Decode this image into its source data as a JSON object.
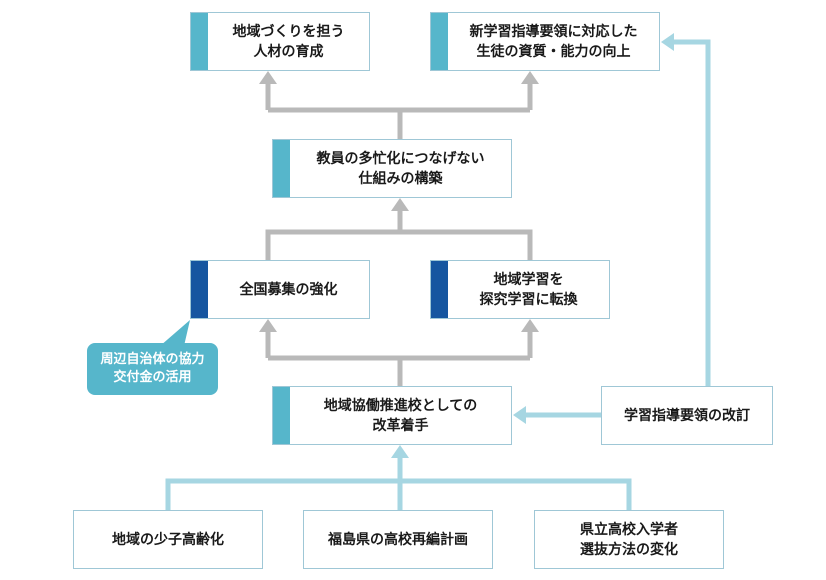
{
  "nodes": {
    "community_talent": "地域づくりを担う\n人材の育成",
    "competency": "新学習指導要領に対応した\n生徒の資質・能力の向上",
    "no_burden_system": "教員の多忙化につなげない\n仕組みの構築",
    "recruitment": "全国募集の強化",
    "inquiry_learning": "地域学習を\n探究学習に転換",
    "school_reform": "地域協働推進校としての\n改革着手",
    "curriculum_revision": "学習指導要領の改訂",
    "birthrate_decline": "地域の少子高齢化",
    "school_reorganization": "福島県の高校再編計画",
    "selection_change": "県立高校入学者\n選抜方法の変化"
  },
  "callout": "周辺自治体の協力\n交付金の活用",
  "colors": {
    "accent_light": "#56b6cb",
    "accent_dark": "#1656a0",
    "connector_gray": "#b9b9b9",
    "connector_blue": "#a6d6e2",
    "box_border": "#9fc7d6"
  }
}
